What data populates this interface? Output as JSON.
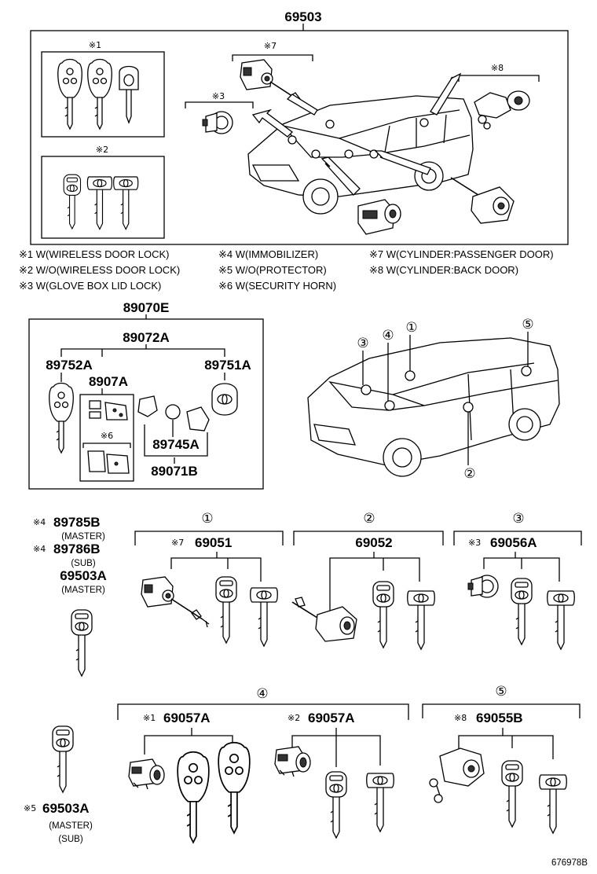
{
  "top": {
    "part_no": "69503",
    "groups": {
      "g1": "※1",
      "g2": "※2",
      "g3": "※3",
      "g7": "※7",
      "g8": "※8"
    },
    "notes": [
      "※1 W(WIRELESS DOOR LOCK)",
      "※2 W/O(WIRELESS DOOR LOCK)",
      "※3 W(GLOVE BOX LID LOCK)",
      "※4 W(IMMOBILIZER)",
      "※5 W/O(PROTECTOR)",
      "※6 W(SECURITY HORN)",
      "※7 W(CYLINDER:PASSENGER DOOR)",
      "※8 W(CYLINDER:BACK DOOR)"
    ]
  },
  "kit": {
    "part_no": "89070E",
    "sub_assy": "89072A",
    "left_key": "89752A",
    "right_key": "89751A",
    "transmitter": "8907A",
    "mark6": "※6",
    "battery": "89745A",
    "case": "89071B"
  },
  "callouts": {
    "c1": "①",
    "c2": "②",
    "c3": "③",
    "c4": "④",
    "c5": "⑤"
  },
  "master_keys": {
    "m1_mark": "※4",
    "m1_no": "89785B",
    "m1_label": "(MASTER)",
    "m2_mark": "※4",
    "m2_no": "89786B",
    "m2_label": "(SUB)",
    "m3_no": "69503A",
    "m3_label": "(MASTER)"
  },
  "sets": {
    "s1": {
      "mark": "※7",
      "no": "69051"
    },
    "s2": {
      "no": "69052"
    },
    "s3": {
      "mark": "※3",
      "no": "69056A"
    },
    "s4a": {
      "mark": "※1",
      "no": "69057A"
    },
    "s4b": {
      "mark": "※2",
      "no": "69057A"
    },
    "s5": {
      "mark": "※8",
      "no": "69055B"
    }
  },
  "bottom_key": {
    "mark": "※5",
    "no": "69503A",
    "label1": "(MASTER)",
    "label2": "(SUB)"
  },
  "ref_code": "676978B"
}
